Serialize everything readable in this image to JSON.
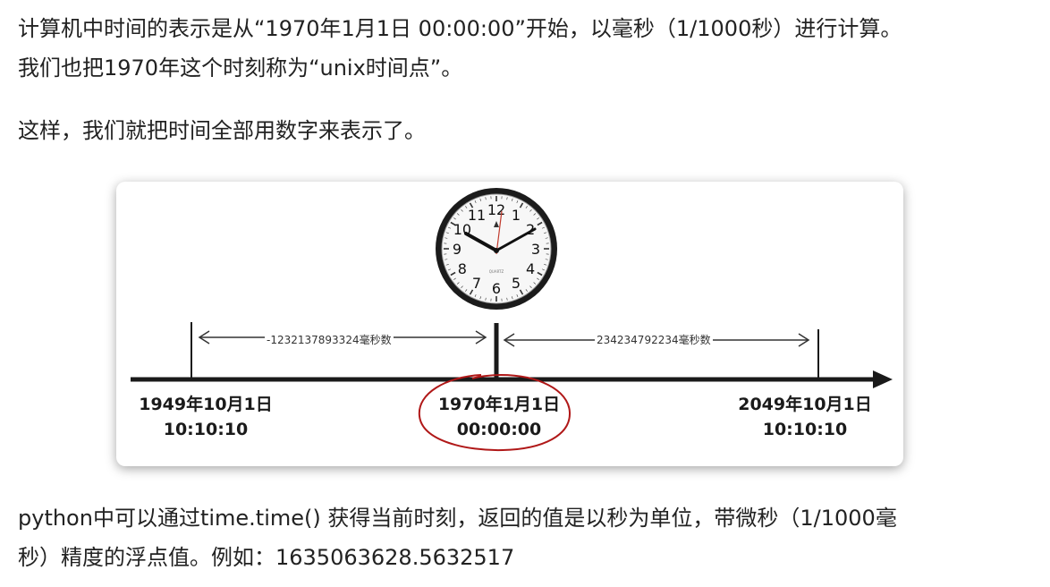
{
  "text": {
    "para1_line1": "计算机中时间的表示是从“1970年1月1日 00:00:00”开始，以毫秒（1/1000秒）进行计算。",
    "para1_line2": "我们也把1970年这个时刻称为“unix时间点”。",
    "para2": "这样，我们就把时间全部用数字来表示了。",
    "para3_line1": "python中可以通过time.time() 获得当前时刻，返回的值是以秒为单位，带微秒（1/1000毫",
    "para3_line2": "秒）精度的浮点值。例如：1635063628.5632517"
  },
  "figure": {
    "left_date": "1949年10月1日",
    "left_time": "10:10:10",
    "center_date": "1970年1月1日",
    "center_time": "00:00:00",
    "right_date": "2049年10月1日",
    "right_time": "10:10:10",
    "left_span_label": "-1232137893324毫秒数",
    "right_span_label": "234234792234毫秒数",
    "clock_numbers": [
      "12",
      "1",
      "2",
      "3",
      "4",
      "5",
      "6",
      "7",
      "8",
      "9",
      "10",
      "11"
    ],
    "clock_brand": "QUARTZ"
  },
  "colors": {
    "highlight_circle": "#b01818",
    "axis": "#1a1a1a",
    "text": "#222222"
  }
}
